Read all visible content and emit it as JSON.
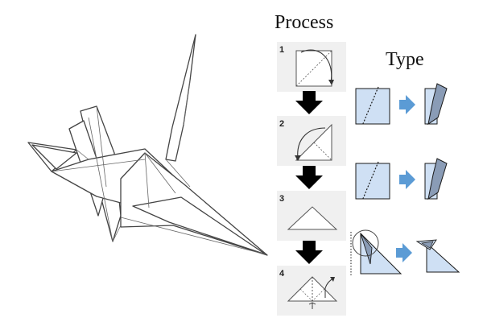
{
  "headers": {
    "process": "Process",
    "type": "Type"
  },
  "steps": [
    {
      "number": "1"
    },
    {
      "number": "2"
    },
    {
      "number": "3"
    },
    {
      "number": "4"
    }
  ],
  "colors": {
    "paper_light": "#cfe0f4",
    "paper_dark": "#8a9cb6",
    "arrow_blue": "#5b9bd5",
    "arrow_black": "#000000",
    "panel_bg": "#f0f0f0"
  },
  "icons": {
    "crane": "origami-crane-icon",
    "arrow_down": "down-arrow-icon",
    "arrow_right": "right-arrow-icon",
    "fold_arrow": "curved-fold-arrow-icon"
  }
}
